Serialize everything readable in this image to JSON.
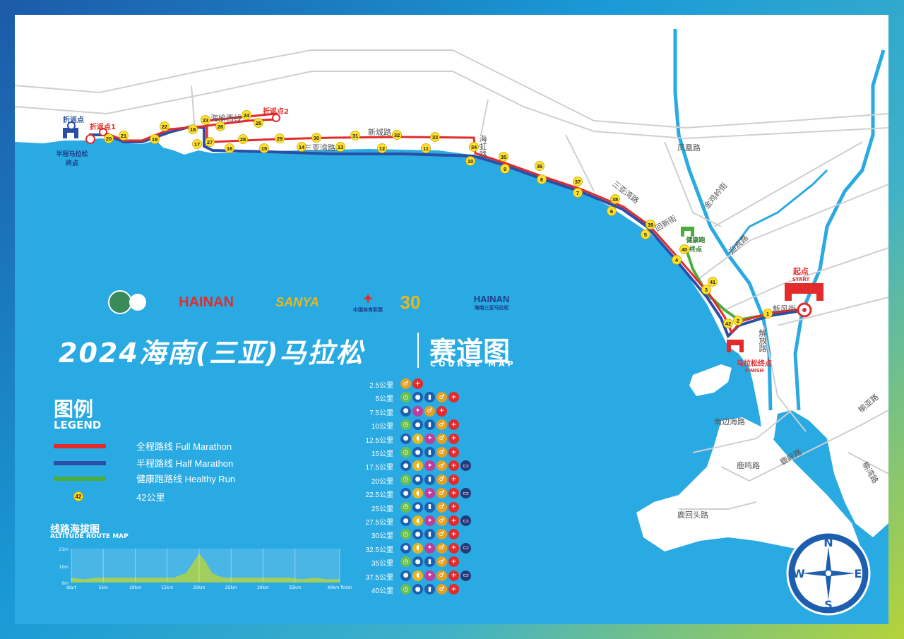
{
  "colors": {
    "full": "#e32b2b",
    "half": "#2b4fa6",
    "healthy": "#4aae3c",
    "sea": "#2aaae2",
    "land": "#ffffff",
    "road": "#cfcfcf",
    "km": "#ffe12a"
  },
  "title": {
    "main": "2024海南(三亚)马拉松",
    "cn2": "赛道图",
    "en": "COURSE MAP"
  },
  "logos": [
    "HAINAN",
    "SANYA",
    "30"
  ],
  "logo_texts": {
    "hainan_en": "HAINAN",
    "hainan_cn": "海南三亚马拉松",
    "lottery": "中国体育彩票"
  },
  "legend": {
    "title": "图例",
    "subtitle": "LEGEND",
    "items": [
      {
        "label": "全程路线 Full  Marathon",
        "color": "#e32b2b"
      },
      {
        "label": "半程路线 Half  Marathon",
        "color": "#2b4fa6"
      },
      {
        "label": "健康跑路线 Healthy Run",
        "color": "#4aae3c"
      }
    ],
    "km_label": "42公里",
    "km_sample": "42"
  },
  "altitude": {
    "title": "线路海拔图",
    "subtitle": "ALTITUDE ROUTE MAP",
    "y_ticks": [
      "21m",
      "10m",
      "0m"
    ],
    "x_ticks": [
      "start",
      "5km",
      "10km",
      "15km",
      "20km",
      "25km",
      "30km",
      "35km",
      "40km finish"
    ],
    "profile_km": [
      0,
      2,
      4,
      6,
      8,
      10,
      12,
      14,
      16,
      18,
      19,
      20,
      21,
      22,
      23,
      24,
      26,
      28,
      30,
      32,
      34,
      36,
      38,
      40,
      42
    ],
    "profile_m": [
      3,
      2,
      3,
      3,
      3,
      3,
      3,
      3,
      3,
      6,
      12,
      18,
      13,
      6,
      4,
      3,
      3,
      3,
      3,
      3,
      3,
      2,
      3,
      2,
      2
    ]
  },
  "stations": [
    {
      "label": "2.5公里",
      "icons": [
        "wc",
        "med"
      ]
    },
    {
      "label": "5公里",
      "icons": [
        "clock",
        "water",
        "cup",
        "wc",
        "med"
      ]
    },
    {
      "label": "7.5公里",
      "icons": [
        "water",
        "gel",
        "wc",
        "med"
      ]
    },
    {
      "label": "10公里",
      "icons": [
        "clock",
        "water",
        "cup",
        "wc",
        "med"
      ]
    },
    {
      "label": "12.5公里",
      "icons": [
        "water",
        "banana",
        "gel",
        "wc",
        "med"
      ]
    },
    {
      "label": "15公里",
      "icons": [
        "clock",
        "water",
        "cup",
        "wc",
        "med"
      ]
    },
    {
      "label": "17.5公里",
      "icons": [
        "water",
        "banana",
        "gel",
        "wc",
        "med",
        "bus"
      ]
    },
    {
      "label": "20公里",
      "icons": [
        "clock",
        "water",
        "cup",
        "wc",
        "med"
      ]
    },
    {
      "label": "22.5公里",
      "icons": [
        "water",
        "banana",
        "gel",
        "wc",
        "med",
        "bus"
      ]
    },
    {
      "label": "25公里",
      "icons": [
        "clock",
        "water",
        "cup",
        "wc",
        "med"
      ]
    },
    {
      "label": "27.5公里",
      "icons": [
        "water",
        "banana",
        "gel",
        "wc",
        "med",
        "bus"
      ]
    },
    {
      "label": "30公里",
      "icons": [
        "clock",
        "water",
        "cup",
        "wc",
        "med"
      ]
    },
    {
      "label": "32.5公里",
      "icons": [
        "water",
        "banana",
        "gel",
        "wc",
        "med",
        "bus"
      ]
    },
    {
      "label": "35公里",
      "icons": [
        "clock",
        "water",
        "cup",
        "wc",
        "med"
      ]
    },
    {
      "label": "37.5公里",
      "icons": [
        "water",
        "banana",
        "gel",
        "wc",
        "med",
        "bus"
      ]
    },
    {
      "label": "40公里",
      "icons": [
        "clock",
        "water",
        "cup",
        "wc",
        "med"
      ]
    }
  ],
  "icon_glyphs": {
    "clock": "◷",
    "water": "💧",
    "cup": "▮",
    "gel": "✦",
    "banana": "◖",
    "wc": "♂",
    "med": "+",
    "bus": "▭"
  },
  "map_labels": {
    "turn1": "折返点1",
    "turn2": "折返点2",
    "turn_half": "折返点",
    "half_finish": "半程马拉松\n终点",
    "healthy_finish": "健康跑\n终点",
    "start_cn": "起点",
    "start_en": "START",
    "finish_cn": "马拉松终点",
    "finish_en": "FINISH",
    "roads": {
      "haiyu": "海榆西线",
      "xincheng": "新城路",
      "sanyawan": "三亚湾路",
      "sanyawan2": "三亚湾路",
      "fenghuang": "凤凰路",
      "huixin": "回新街",
      "yingbin": "迎宾路",
      "jinjiling": "金鸡岭街",
      "hongsha": "海虹路",
      "xinfeng": "新风街",
      "jiefang": "解放路",
      "nanbian": "南边海路",
      "luming": "鹿鸣路",
      "luling": "鹿岭路",
      "luhuitou": "鹿回头路",
      "yuya": "榆亚路",
      "yuwan": "榆湾路"
    }
  },
  "km_markers": [
    "1",
    "2",
    "3",
    "4",
    "5",
    "6",
    "7",
    "8",
    "9",
    "10",
    "11",
    "12",
    "13",
    "14",
    "15",
    "16",
    "17",
    "18",
    "19",
    "20",
    "21",
    "22",
    "23",
    "24",
    "25",
    "26",
    "27",
    "28",
    "29",
    "30",
    "31",
    "32",
    "33",
    "34",
    "35",
    "36",
    "37",
    "38",
    "39",
    "40",
    "41",
    "42"
  ],
  "compass": {
    "n": "N",
    "s": "S",
    "e": "E",
    "w": "W"
  }
}
